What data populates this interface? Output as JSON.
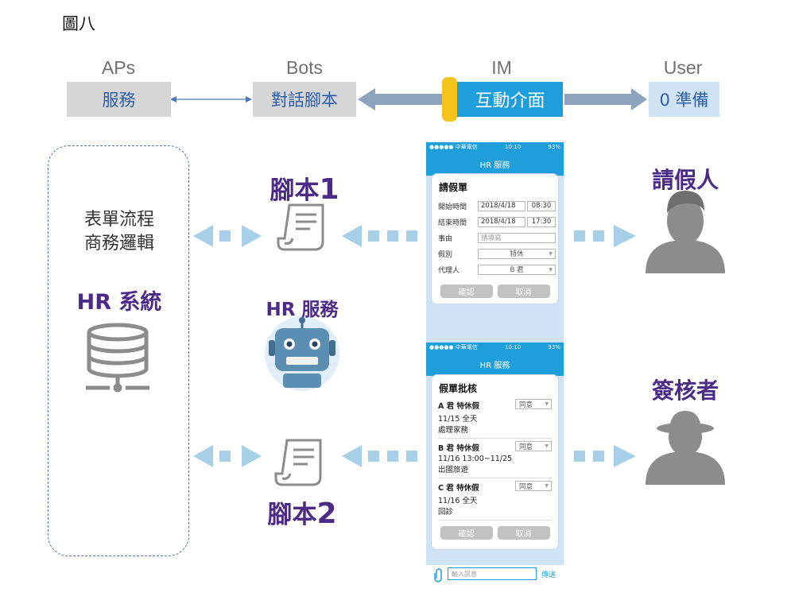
{
  "figure_label": "圖八",
  "columns": {
    "aps": {
      "head": "APs",
      "box": "服務"
    },
    "bots": {
      "head": "Bots",
      "box": "對話腳本"
    },
    "im": {
      "head": "IM",
      "box": "互動介面"
    },
    "user": {
      "head": "User",
      "box": "0 準備"
    }
  },
  "left_panel": {
    "line1": "表單流程",
    "line2": "商務邏輯",
    "system": "HR 系統",
    "icon": "database-icon"
  },
  "scripts": {
    "script1": {
      "text": "腳本",
      "num": "1",
      "icon": "document-icon"
    },
    "script2": {
      "text": "腳本",
      "num": "2",
      "icon": "document-icon"
    },
    "bot": {
      "label": "HR 服務",
      "icon": "robot-icon"
    }
  },
  "roles": {
    "requester": {
      "label": "請假人",
      "icon": "person-icon"
    },
    "approver": {
      "label": "簽核者",
      "icon": "person-hat-icon"
    }
  },
  "phone": {
    "carrier": "●●●●● 中華電信",
    "time": "10:10",
    "battery": "93%",
    "title": "HR 服務",
    "leave_form": {
      "title": "請假單",
      "start_label": "開始時間",
      "start_date": "2018/4/18",
      "start_time": "08:30",
      "end_label": "結束時間",
      "end_date": "2018/4/18",
      "end_time": "17:30",
      "reason_label": "事由",
      "reason_placeholder": "請填寫",
      "type_label": "假別",
      "type_value": "特休",
      "agent_label": "代理人",
      "agent_value": "B 君",
      "confirm": "確認",
      "cancel": "取消"
    },
    "approval": {
      "title": "假單批核",
      "items": [
        {
          "who": "A 君 特休假",
          "when": "11/15 全天",
          "reason": "處理家務",
          "status": "同意"
        },
        {
          "who": "B 君 特休假",
          "when": "11/16 13:00~11/25",
          "reason": "出國旅遊",
          "status": "同意"
        },
        {
          "who": "C 君 特休假",
          "when": "11/16 全天",
          "reason": "回診",
          "status": "同意"
        }
      ],
      "confirm": "確認",
      "cancel": "取消"
    },
    "input_placeholder": "輸入訊息",
    "send": "傳送"
  },
  "colors": {
    "accent": "#1e9fdb",
    "purple": "#4b2a88",
    "arrow": "#a7cfe8",
    "gray": "#8c8c8c"
  }
}
